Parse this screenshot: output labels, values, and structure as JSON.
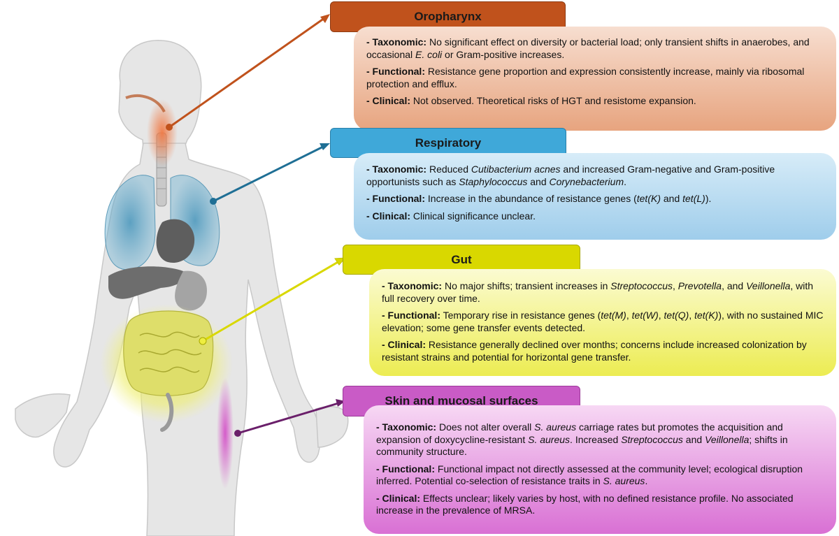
{
  "colors": {
    "oropharynx": "#c0521c",
    "respiratory": "#3fa8d9",
    "gut": "#d9d800",
    "skin": "#c95bc6"
  },
  "sections": {
    "oropharynx": {
      "title": "Oropharynx",
      "taxonomic": {
        "label": "- Taxonomic:",
        "text1": " No significant effect on diversity or bacterial load; only transient shifts in anaerobes, and occasional ",
        "italic1": "E. coli",
        "text2": " or Gram-positive increases."
      },
      "functional": {
        "label": "- Functional:",
        "text1": " Resistance gene proportion and expression consistently increase, mainly via ribosomal protection and efflux."
      },
      "clinical": {
        "label": "- Clinical:",
        "text1": " Not observed. Theoretical risks of HGT and resistome expansion."
      }
    },
    "respiratory": {
      "title": "Respiratory",
      "taxonomic": {
        "label": "- Taxonomic:",
        "text1": " Reduced ",
        "italic1": "Cutibacterium acnes",
        "text2": " and increased Gram-negative and Gram-positive opportunists such as ",
        "italic2": "Staphylococcus",
        "text3": " and ",
        "italic3": "Corynebacterium",
        "text4": "."
      },
      "functional": {
        "label": "- Functional:",
        "text1": " Increase in the abundance of resistance genes (",
        "italic1": "tet(K)",
        "text2": " and ",
        "italic2": "tet(L)",
        "text3": ")."
      },
      "clinical": {
        "label": "- Clinical:",
        "text1": " Clinical significance unclear."
      }
    },
    "gut": {
      "title": "Gut",
      "taxonomic": {
        "label": "- Taxonomic:",
        "text1": " No major shifts; transient increases in ",
        "italic1": "Streptococcus",
        "text2": ", ",
        "italic2": "Prevotella",
        "text3": ", and ",
        "italic3": "Veillonella",
        "text4": ", with full recovery over time."
      },
      "functional": {
        "label": "- Functional:",
        "text1": " Temporary rise in resistance genes (",
        "italic1": "tet(M)",
        "text2": ", ",
        "italic2": "tet(W)",
        "text3": ", ",
        "italic3": "tet(Q)",
        "text4": ", ",
        "italic4": "tet(K)",
        "text5": "), with no sustained MIC elevation; some gene transfer events detected."
      },
      "clinical": {
        "label": "- Clinical:",
        "text1": " Resistance generally declined over months; concerns include increased colonization by resistant strains and potential for horizontal gene transfer."
      }
    },
    "skin": {
      "title": "Skin and mucosal surfaces",
      "taxonomic": {
        "label": "- Taxonomic:",
        "text1": " Does not alter overall ",
        "italic1": "S. aureus",
        "text2": " carriage rates but promotes the acquisition and expansion of doxycycline-resistant ",
        "italic2": "S. aureus",
        "text3": ". Increased ",
        "italic3": "Streptococcus",
        "text4": " and ",
        "italic4": "Veillonella",
        "text5": "; shifts in community structure."
      },
      "functional": {
        "label": "- Functional:",
        "text1": " Functional impact not directly assessed at the community level; ecological disruption inferred. Potential co-selection of resistance traits in ",
        "italic1": "S. aureus",
        "text2": "."
      },
      "clinical": {
        "label": "- Clinical:",
        "text1": " Effects unclear; likely varies by host, with no defined resistance profile. No associated increase in the prevalence of MRSA."
      }
    }
  }
}
